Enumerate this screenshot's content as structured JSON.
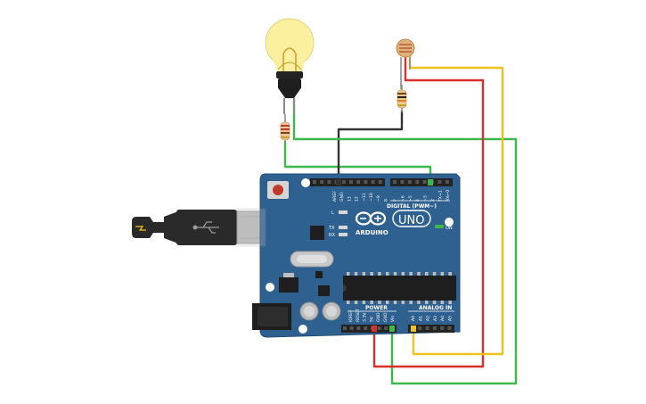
{
  "board": {
    "brand_text": "ARDUINO",
    "model_text": "UNO",
    "digital_header_label": "DIGITAL (PWM~)",
    "power_label": "POWER",
    "analog_label": "ANALOG IN",
    "on_label": "ON",
    "led_labels": [
      "L",
      "TX",
      "RX"
    ],
    "top_pin_labels": [
      "AREF",
      "GND",
      "13",
      "12",
      "~11",
      "~10",
      "~9",
      "8",
      "7",
      "~6",
      "~5",
      "4",
      "~3",
      "2",
      "TX→1",
      "RX←0"
    ],
    "power_pin_labels": [
      "IOREF",
      "RESET",
      "3.3V",
      "5V",
      "GND",
      "GND",
      "Vin"
    ],
    "analog_pin_labels": [
      "A0",
      "A1",
      "A2",
      "A3",
      "A4",
      "A5"
    ]
  },
  "colors": {
    "board": "#2f6190",
    "board_edge": "#234d75",
    "header": "#232323",
    "wire_green": "#3db84a",
    "wire_black": "#333333",
    "wire_red": "#d9302c",
    "wire_yellow": "#f2c21c",
    "bulb_glass": "#fbf0a0",
    "bulb_filament": "#c8a02a",
    "resistor_body": "#e9c893",
    "usb_plug": "#2a2a2a",
    "usb_metal": "#b9b9b9"
  },
  "components": {
    "bulb": "light-bulb",
    "photoresistor": "photoresistor",
    "resistors": [
      "bulb-resistor",
      "sensor-resistor"
    ],
    "cable": "usb-cable",
    "microcontroller": "atmega-chip"
  }
}
